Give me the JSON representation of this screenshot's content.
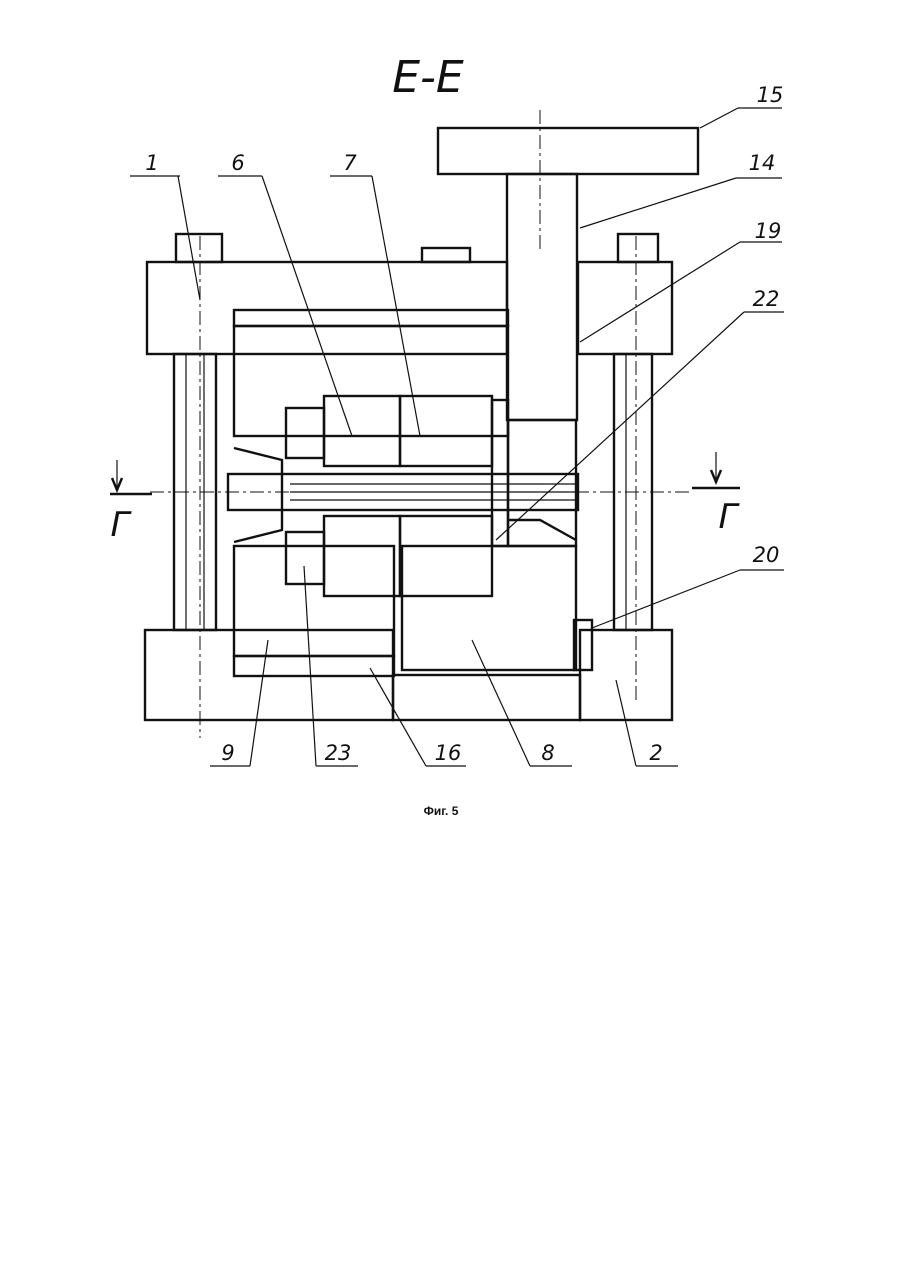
{
  "figure": {
    "section_label": "Е-Е",
    "cut_label": "Г",
    "caption": "Фиг. 5",
    "callouts": [
      "1",
      "6",
      "7",
      "15",
      "14",
      "19",
      "22",
      "20",
      "9",
      "23",
      "16",
      "8",
      "2"
    ]
  }
}
